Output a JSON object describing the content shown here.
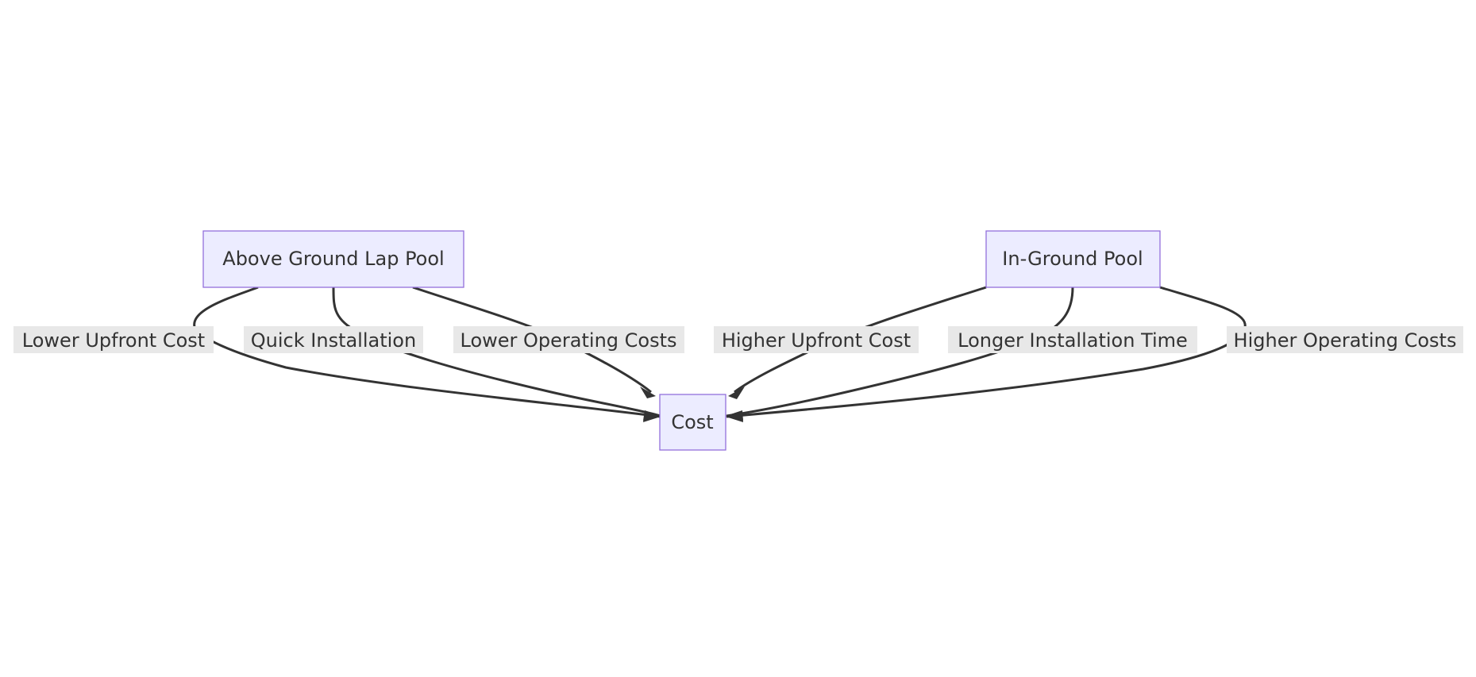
{
  "nodes": {
    "above_ground": "Above Ground Lap Pool",
    "in_ground": "In-Ground Pool",
    "cost": "Cost"
  },
  "edges": [
    {
      "from": "above_ground",
      "to": "cost",
      "label": "Lower Upfront Cost"
    },
    {
      "from": "above_ground",
      "to": "cost",
      "label": "Quick Installation"
    },
    {
      "from": "above_ground",
      "to": "cost",
      "label": "Lower Operating Costs"
    },
    {
      "from": "in_ground",
      "to": "cost",
      "label": "Higher Upfront Cost"
    },
    {
      "from": "in_ground",
      "to": "cost",
      "label": "Longer Installation Time"
    },
    {
      "from": "in_ground",
      "to": "cost",
      "label": "Higher Operating Costs"
    }
  ],
  "colors": {
    "node_fill": "#ECECFF",
    "node_stroke": "#9370DB",
    "edge": "#333333",
    "label_background": "#e8e8e8"
  }
}
